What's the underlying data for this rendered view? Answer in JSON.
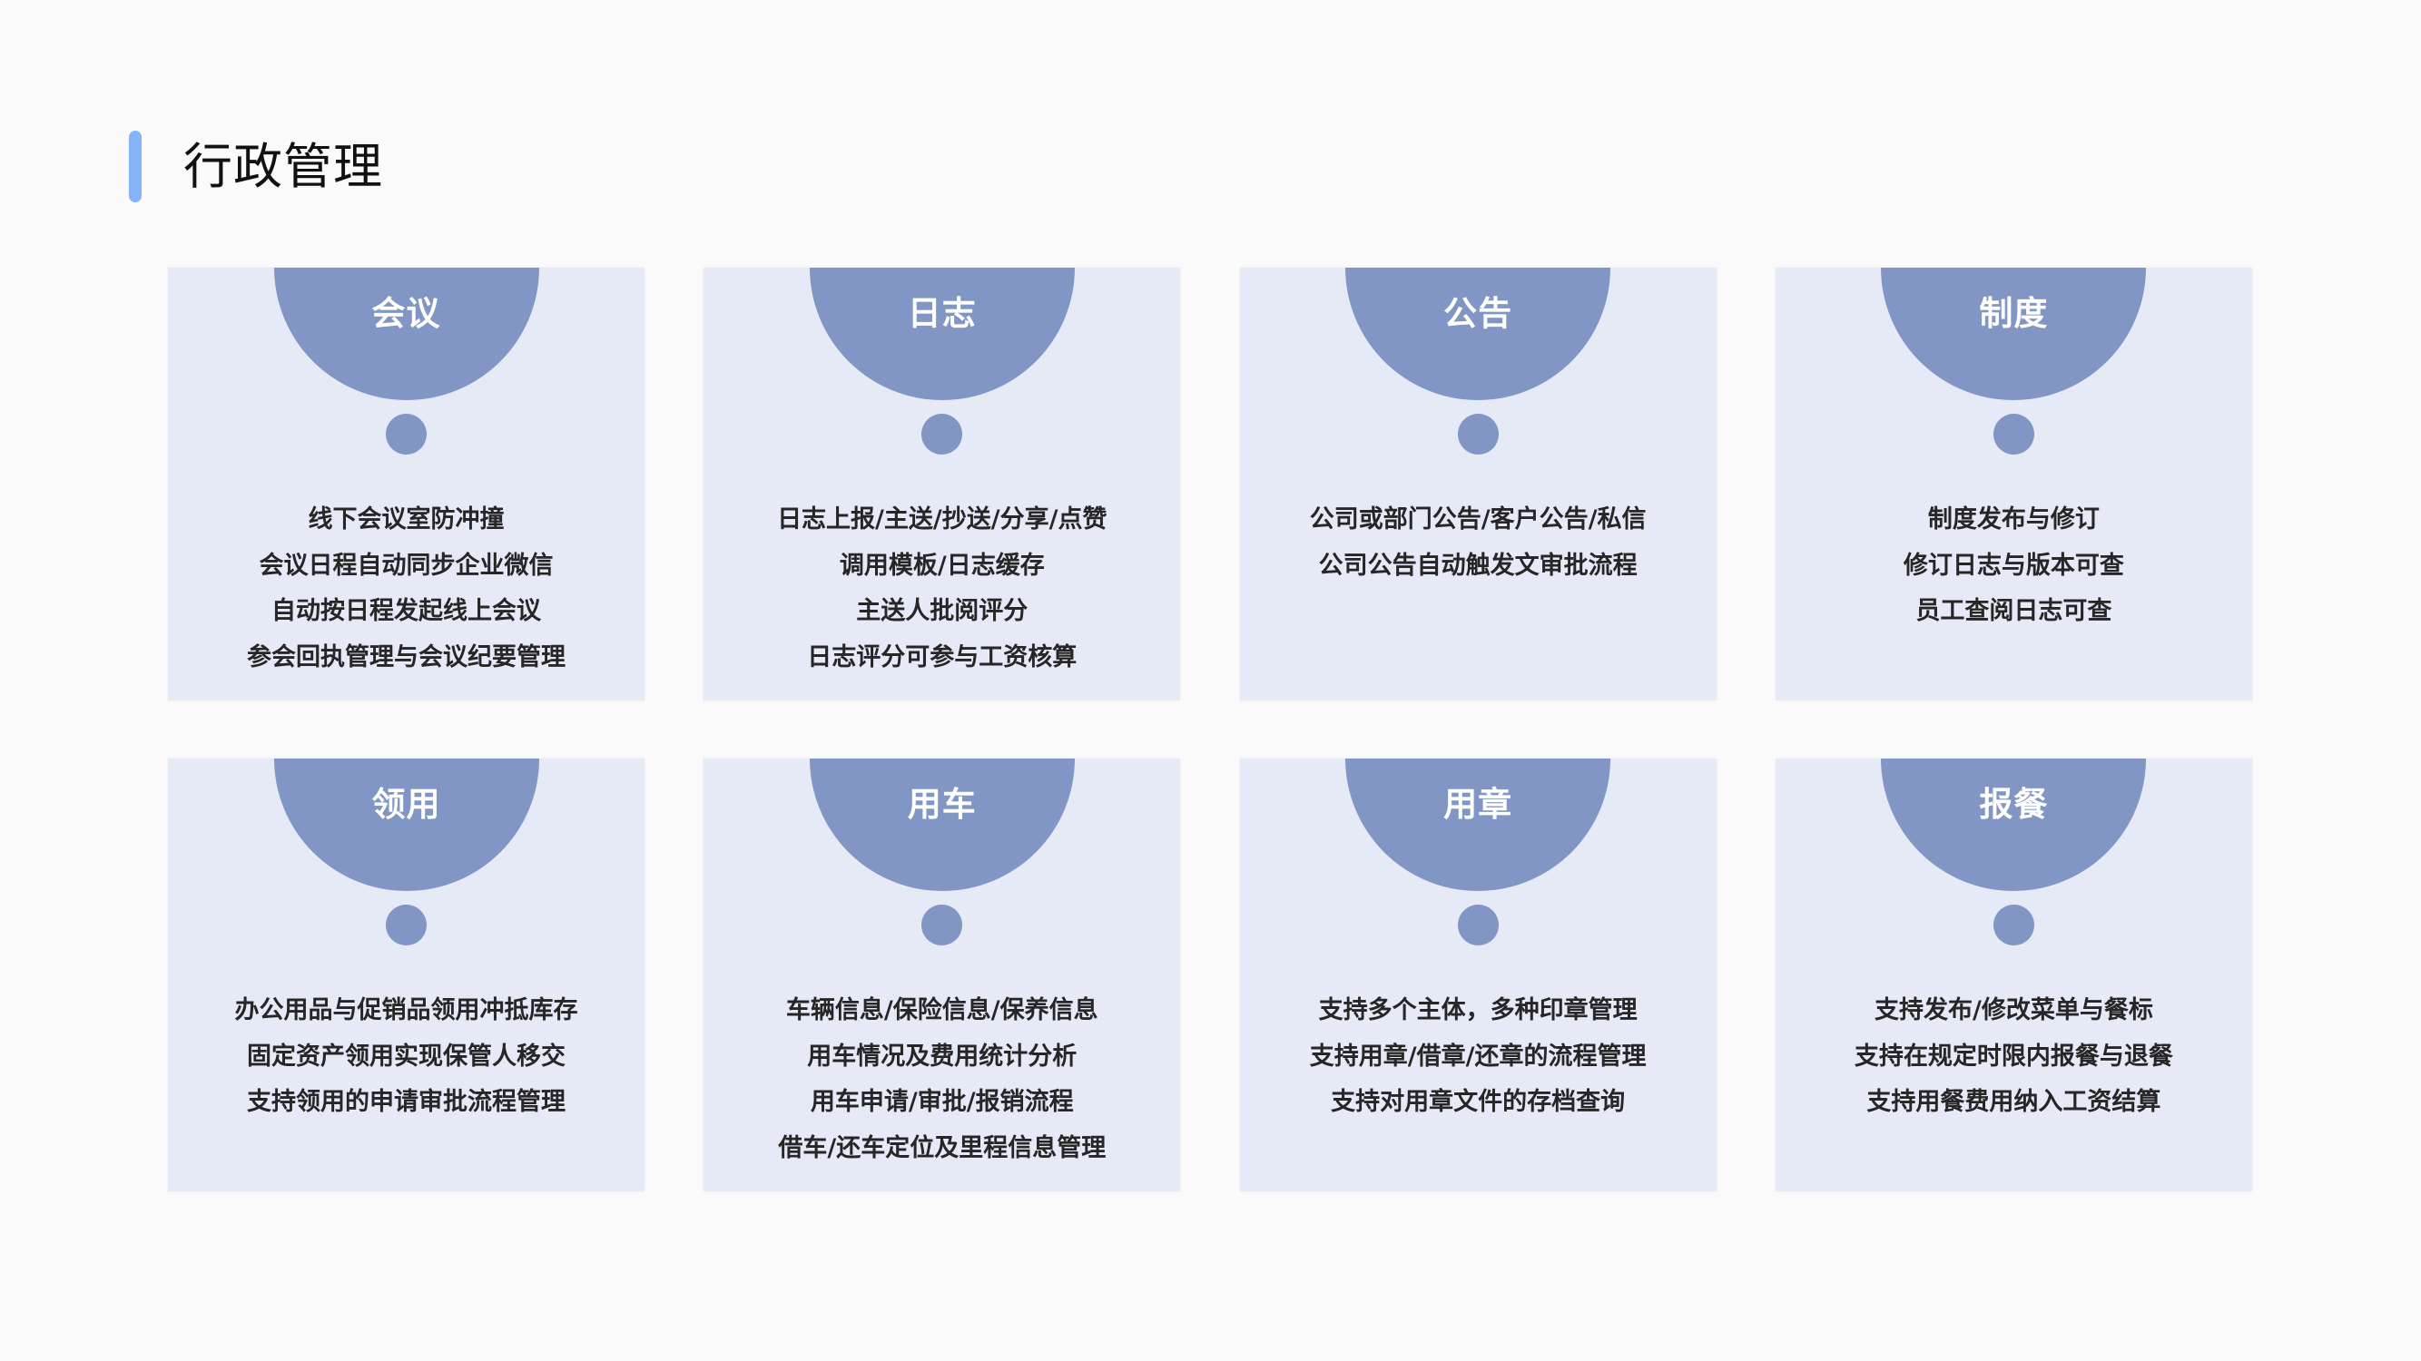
{
  "header": {
    "title": "行政管理",
    "accent_color": "#86b4fb"
  },
  "colors": {
    "page_background": "#fafafa",
    "card_background": "#e6eaf6",
    "cap_color": "#8196c4",
    "body_text": "#262626"
  },
  "cards": [
    {
      "title": "会议",
      "lines": [
        "线下会议室防冲撞",
        "会议日程自动同步企业微信",
        "自动按日程发起线上会议",
        "参会回执管理与会议纪要管理"
      ]
    },
    {
      "title": "日志",
      "lines": [
        "日志上报/主送/抄送/分享/点赞",
        "调用模板/日志缓存",
        "主送人批阅评分",
        "日志评分可参与工资核算"
      ]
    },
    {
      "title": "公告",
      "lines": [
        "公司或部门公告/客户公告/私信",
        "公司公告自动触发文审批流程"
      ]
    },
    {
      "title": "制度",
      "lines": [
        "制度发布与修订",
        "修订日志与版本可查",
        "员工查阅日志可查"
      ]
    },
    {
      "title": "领用",
      "lines": [
        "办公用品与促销品领用冲抵库存",
        "固定资产领用实现保管人移交",
        "支持领用的申请审批流程管理"
      ]
    },
    {
      "title": "用车",
      "lines": [
        "车辆信息/保险信息/保养信息",
        "用车情况及费用统计分析",
        "用车申请/审批/报销流程",
        "借车/还车定位及里程信息管理"
      ]
    },
    {
      "title": "用章",
      "lines": [
        "支持多个主体，多种印章管理",
        "支持用章/借章/还章的流程管理",
        "支持对用章文件的存档查询"
      ]
    },
    {
      "title": "报餐",
      "lines": [
        "支持发布/修改菜单与餐标",
        "支持在规定时限内报餐与退餐",
        "支持用餐费用纳入工资结算"
      ]
    }
  ]
}
